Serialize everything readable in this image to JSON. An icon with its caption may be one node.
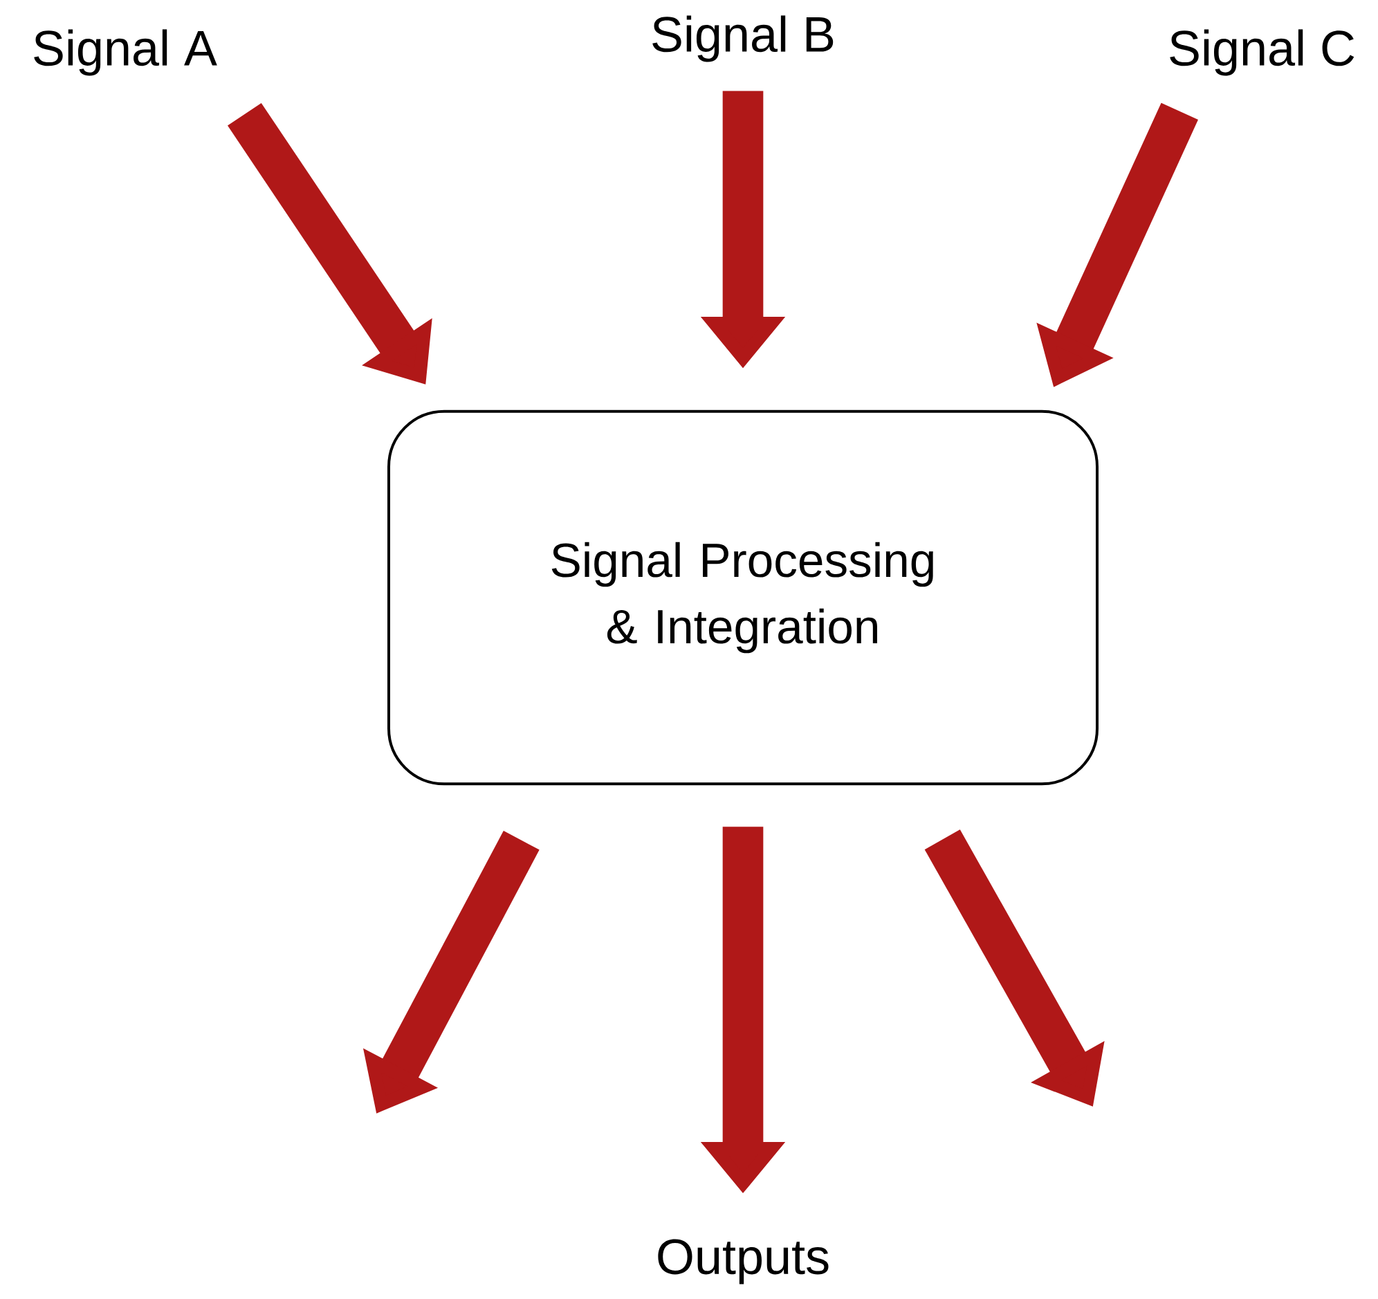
{
  "diagram": {
    "nodes": [
      {
        "text": [
          "Signal A"
        ]
      },
      {
        "text": [
          "Signal B"
        ]
      },
      {
        "text": [
          "Signal C"
        ]
      },
      {
        "text": [
          "Signal Processing & Integration"
        ]
      },
      {
        "text": [
          "Outputs"
        ]
      }
    ],
    "edges": [
      {
        "from": 0,
        "to": 3,
        "arrow": "to"
      },
      {
        "from": 1,
        "to": 3,
        "arrow": "to"
      },
      {
        "from": 2,
        "to": 3,
        "arrow": "to"
      },
      {
        "from": 3,
        "to": null,
        "arrow": "to"
      },
      {
        "from": 3,
        "to": 4,
        "arrow": "to"
      },
      {
        "from": 3,
        "to": null,
        "arrow": "to"
      }
    ]
  }
}
